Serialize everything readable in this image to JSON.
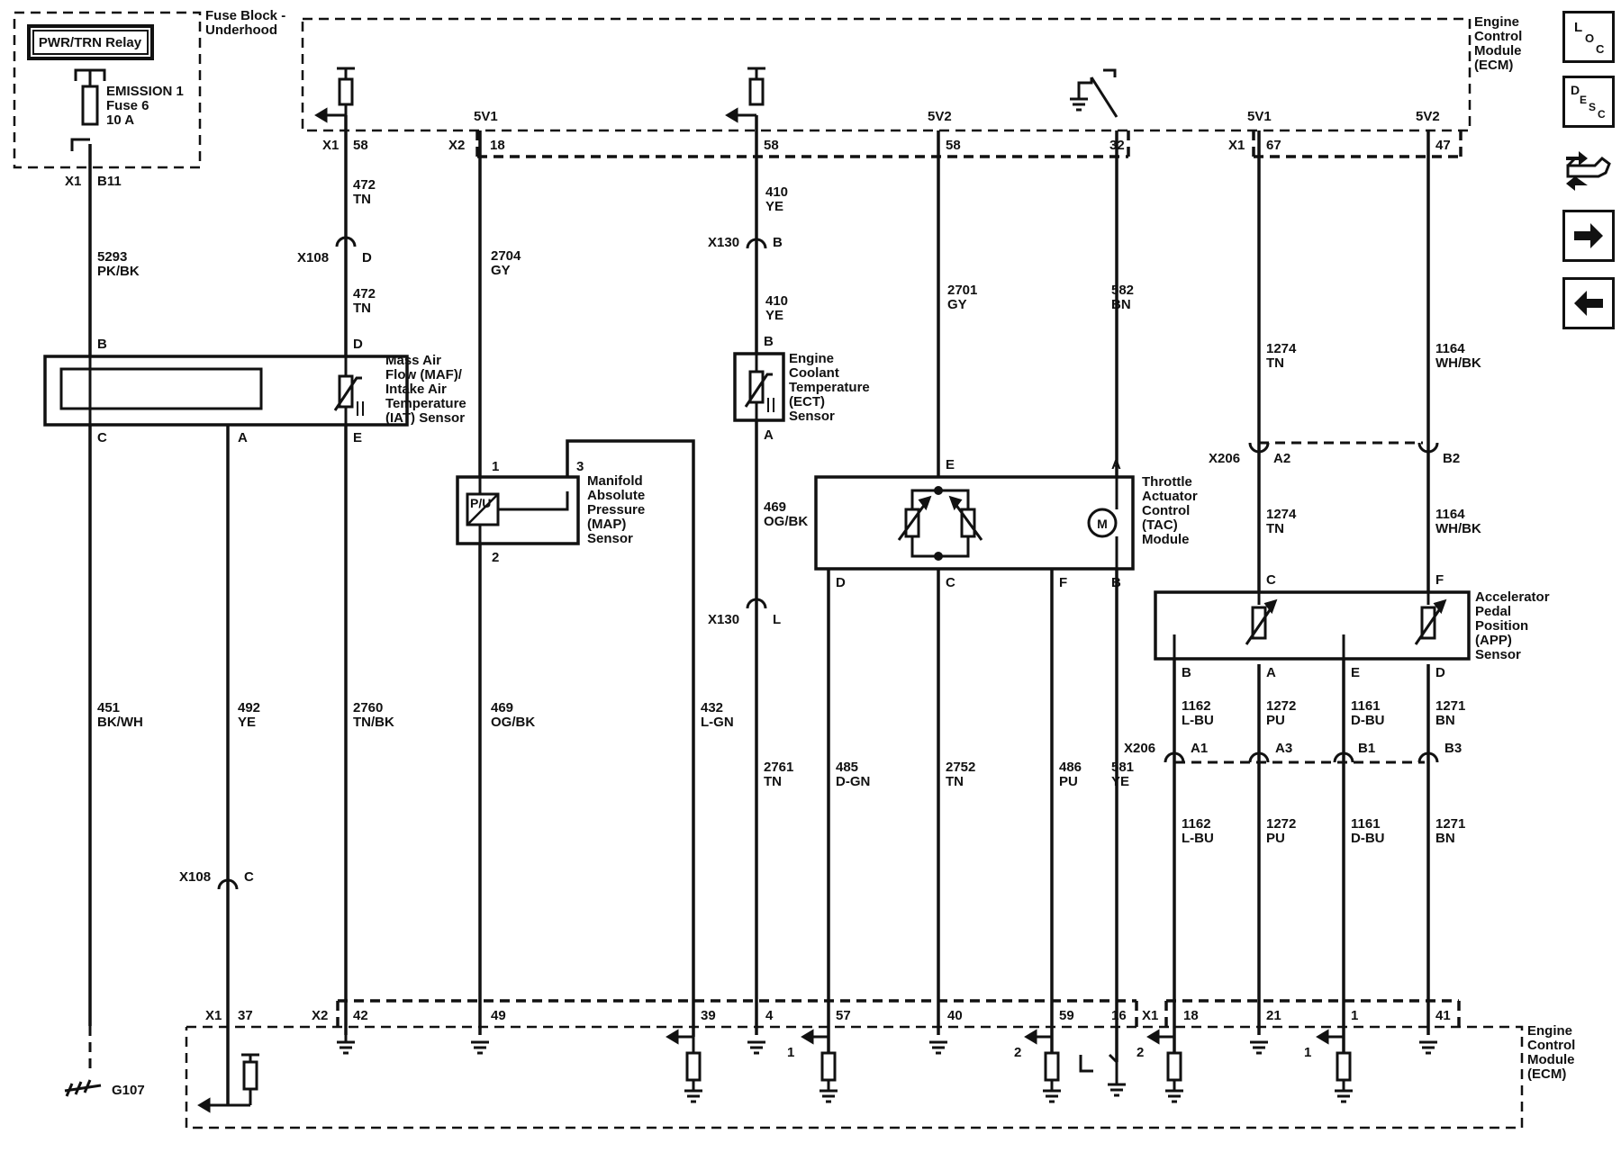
{
  "title_labels": {
    "fuse_block": "Fuse Block -",
    "fuse_block_2": "Underhood",
    "ecm_top": [
      "Engine",
      "Control",
      "Module",
      "(ECM)"
    ],
    "ecm_bottom": [
      "Engine",
      "Control",
      "Module",
      "(ECM)"
    ]
  },
  "relay": {
    "label": "PWR/TRN Relay",
    "fuse_name": "EMISSION 1",
    "fuse_num": "Fuse 6",
    "fuse_rating": "10 A"
  },
  "top_connectors": {
    "x1_b11": [
      "X1",
      "B11"
    ],
    "x1_58": [
      "X1",
      "58"
    ],
    "x2_18": [
      "X2",
      "18"
    ],
    "pin_58b": "58",
    "pin_58c": "58",
    "pin_32": "32",
    "x1_67": [
      "X1",
      "67"
    ],
    "pin_47": "47",
    "v5_1a": "5V1",
    "v5_2a": "5V2",
    "v5_1b": "5V1",
    "v5_2b": "5V2"
  },
  "wires": {
    "w472a": [
      "472",
      "TN"
    ],
    "w472b": [
      "472",
      "TN"
    ],
    "w5293": [
      "5293",
      "PK/BK"
    ],
    "w2704": [
      "2704",
      "GY"
    ],
    "w410a": [
      "410",
      "YE"
    ],
    "w410b": [
      "410",
      "YE"
    ],
    "w2701": [
      "2701",
      "GY"
    ],
    "w582": [
      "582",
      "BN"
    ],
    "w1274a": [
      "1274",
      "TN"
    ],
    "w1274b": [
      "1274",
      "TN"
    ],
    "w1164a": [
      "1164",
      "WH/BK"
    ],
    "w1164b": [
      "1164",
      "WH/BK"
    ],
    "w469a": [
      "469",
      "OG/BK"
    ],
    "w469b": [
      "469",
      "OG/BK"
    ],
    "w451": [
      "451",
      "BK/WH"
    ],
    "w492": [
      "492",
      "YE"
    ],
    "w2760": [
      "2760",
      "TN/BK"
    ],
    "w432": [
      "432",
      "L-GN"
    ],
    "w2761": [
      "2761",
      "TN"
    ],
    "w485": [
      "485",
      "D-GN"
    ],
    "w2752": [
      "2752",
      "TN"
    ],
    "w486": [
      "486",
      "PU"
    ],
    "w581": [
      "581",
      "YE"
    ],
    "w1162a": [
      "1162",
      "L-BU"
    ],
    "w1272a": [
      "1272",
      "PU"
    ],
    "w1161a": [
      "1161",
      "D-BU"
    ],
    "w1271a": [
      "1271",
      "BN"
    ],
    "w1162b": [
      "1162",
      "L-BU"
    ],
    "w1272b": [
      "1272",
      "PU"
    ],
    "w1161b": [
      "1161",
      "D-BU"
    ],
    "w1271b": [
      "1271",
      "BN"
    ]
  },
  "inline_connectors": {
    "x108_d": [
      "X108",
      "D"
    ],
    "x130_b": [
      "X130",
      "B"
    ],
    "x130_l": [
      "X130",
      "L"
    ],
    "x108_c": [
      "X108",
      "C"
    ],
    "x206_a2": [
      "X206",
      "A2"
    ],
    "x206_b2": "B2",
    "x206_a1": [
      "X206",
      "A1"
    ],
    "x206_a3": "A3",
    "x206_b1": "B1",
    "x206_b3": "B3"
  },
  "components": {
    "maf": [
      "Mass Air",
      "Flow (MAF)/",
      "Intake Air",
      "Temperature",
      "(IAT) Sensor"
    ],
    "maf_pins": {
      "b": "B",
      "d": "D",
      "c": "C",
      "a": "A",
      "e": "E"
    },
    "map": [
      "Manifold",
      "Absolute",
      "Pressure",
      "(MAP)",
      "Sensor"
    ],
    "map_pins": {
      "p1": "1",
      "p3": "3",
      "p2": "2"
    },
    "map_symbol": "P/U",
    "ect": [
      "Engine",
      "Coolant",
      "Temperature",
      "(ECT)",
      "Sensor"
    ],
    "ect_pins": {
      "b": "B",
      "a": "A"
    },
    "tac": [
      "Throttle",
      "Actuator",
      "Control",
      "(TAC)",
      "Module"
    ],
    "tac_pins": {
      "e": "E",
      "a": "A",
      "d": "D",
      "c": "C",
      "f": "F",
      "b": "B"
    },
    "tac_motor": "M",
    "app": [
      "Accelerator",
      "Pedal",
      "Position",
      "(APP)",
      "Sensor"
    ],
    "app_pins": {
      "c": "C",
      "f": "F",
      "b": "B",
      "a": "A",
      "e": "E",
      "d": "D"
    }
  },
  "bottom_connectors": {
    "x1": "X1",
    "p37": "37",
    "x2": "X2",
    "p42": "42",
    "p49": "49",
    "p39": "39",
    "p4": "4",
    "p57": "57",
    "p40": "40",
    "p59": "59",
    "p16": "16",
    "x1b": "X1",
    "p18": "18",
    "p21": "21",
    "p1": "1",
    "p41": "41"
  },
  "ground": "G107",
  "signal_refs": {
    "r57": "1",
    "r59": "2",
    "r18": "2",
    "r1": "1"
  },
  "nav": {
    "loc_icon": "LOC",
    "desc_icon": "DESC",
    "connector_icon": "connector",
    "next_icon": "next",
    "prev_icon": "prev"
  }
}
